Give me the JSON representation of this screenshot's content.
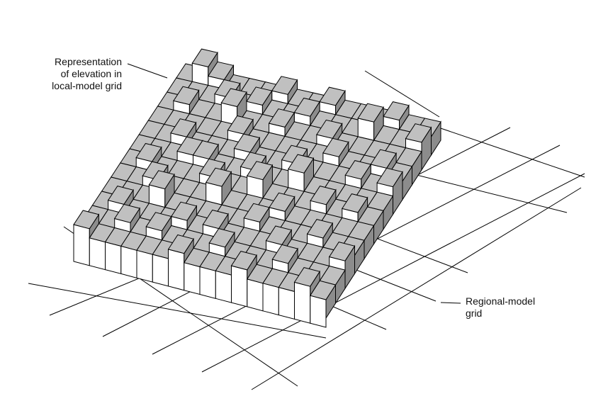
{
  "labels": {
    "local_elevation": [
      "Representation",
      "of elevation in",
      "local-model grid"
    ],
    "regional_grid": [
      "Regional-model",
      "grid"
    ]
  },
  "colors": {
    "cell_top": "#c0c0c0",
    "cell_side": "#ffffff",
    "cell_side_dark": "#8c8c8c",
    "line": "#000000"
  },
  "local_grid": {
    "columns": 16,
    "rows": 12,
    "heights": [
      [
        1,
        0,
        0,
        0,
        0,
        0,
        0,
        0,
        0,
        0,
        0,
        0
      ],
      [
        0,
        0,
        1,
        0,
        0,
        1,
        0,
        0,
        0,
        1,
        0,
        2
      ],
      [
        0,
        1,
        0,
        0,
        1,
        0,
        0,
        1,
        0,
        0,
        0,
        1
      ],
      [
        0,
        0,
        0,
        2,
        0,
        0,
        1,
        0,
        0,
        0,
        1,
        0
      ],
      [
        0,
        1,
        0,
        0,
        0,
        0,
        1,
        0,
        0,
        2,
        0,
        0
      ],
      [
        0,
        0,
        1,
        0,
        0,
        1,
        0,
        0,
        1,
        0,
        1,
        0
      ],
      [
        1,
        0,
        0,
        0,
        2,
        0,
        0,
        1,
        0,
        0,
        0,
        1
      ],
      [
        0,
        0,
        1,
        0,
        0,
        0,
        1,
        0,
        0,
        1,
        0,
        0
      ],
      [
        0,
        1,
        0,
        0,
        0,
        2,
        0,
        0,
        0,
        0,
        1,
        0
      ],
      [
        0,
        0,
        0,
        1,
        0,
        0,
        0,
        1,
        0,
        0,
        0,
        1
      ],
      [
        1,
        0,
        0,
        0,
        1,
        0,
        2,
        0,
        0,
        1,
        0,
        0
      ],
      [
        0,
        0,
        1,
        0,
        0,
        0,
        0,
        0,
        1,
        0,
        0,
        0
      ],
      [
        0,
        1,
        0,
        0,
        0,
        1,
        0,
        0,
        0,
        0,
        2,
        0
      ],
      [
        0,
        0,
        0,
        1,
        0,
        0,
        0,
        1,
        0,
        0,
        0,
        1
      ],
      [
        1,
        0,
        0,
        0,
        0,
        1,
        0,
        0,
        1,
        0,
        0,
        0
      ],
      [
        0,
        0,
        1,
        0,
        0,
        0,
        0,
        1,
        0,
        0,
        1,
        0
      ]
    ],
    "base_drop": [
      2.6,
      2.55,
      2.5,
      2.45,
      2.4,
      2.35,
      1.35,
      1.3,
      1.25,
      1.2,
      0.8,
      0.6
    ]
  }
}
